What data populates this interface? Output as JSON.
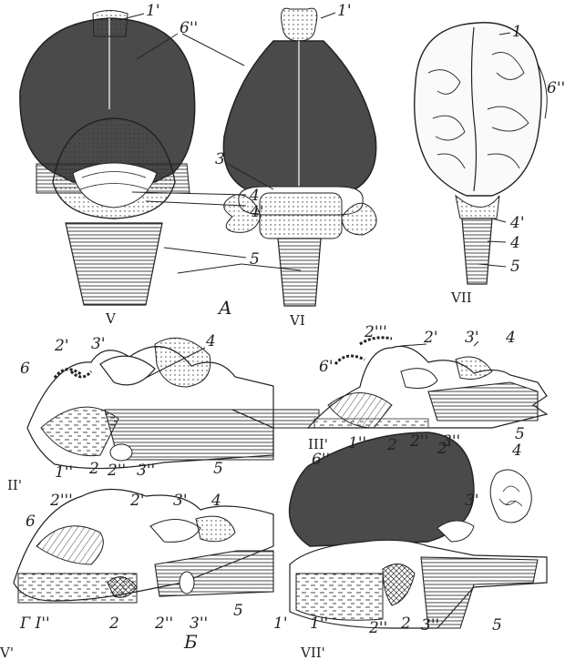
{
  "labels": {
    "brain_v": {
      "roman": "V",
      "l1p": "1'",
      "l6pp": "6''",
      "l3": "3",
      "l4": "4",
      "l4p": "4'",
      "l5": "5"
    },
    "brain_vi": {
      "roman": "VI",
      "l1p": "1'",
      "l6pp": "6''",
      "l3": "3",
      "l4": "4",
      "l4p": "4'",
      "l5": "5"
    },
    "brain_vii": {
      "roman": "VII",
      "l1": "1",
      "l6pp": "6''",
      "l4p": "4'",
      "l4": "4",
      "l5": "5"
    },
    "panel_a": "A",
    "panel_b": "Б",
    "sec_ii": {
      "roman": "II'",
      "l6": "6",
      "l2p": "2'",
      "l3p": "3'",
      "l4": "4",
      "l1pp": "1''",
      "l2": "2",
      "l2pp": "2''",
      "l3pp": "3''",
      "l5": "5"
    },
    "sec_iii": {
      "roman": "III'",
      "l2ppp": "2'''",
      "l6p": "6'",
      "l2p": "2'",
      "l3p": "3'",
      "l4": "4",
      "l1pp": "1''",
      "l2": "2",
      "l2pp": "2''",
      "l3pp": "3''",
      "l5": "5"
    },
    "sec_v": {
      "roman": "V'",
      "l2ppp": "2'''",
      "l6": "6",
      "l2p": "2'",
      "l3p": "3'",
      "l4": "4",
      "l1p1pp": "Г I''",
      "l2": "2",
      "l2pp": "2''",
      "l3pp": "3''",
      "l5": "5"
    },
    "sec_vii": {
      "roman": "VII'",
      "l6pp": "6''",
      "l2p": "2'",
      "l3p": "3'",
      "l4": "4",
      "l1p": "1'",
      "l1pp": "1''",
      "l2pp": "2''",
      "l2": "2",
      "l3pp": "3''",
      "l5": "5"
    }
  },
  "colors": {
    "ink": "#2a2a2a",
    "dark_fill": "#4a4a4a",
    "paper": "#ffffff"
  }
}
